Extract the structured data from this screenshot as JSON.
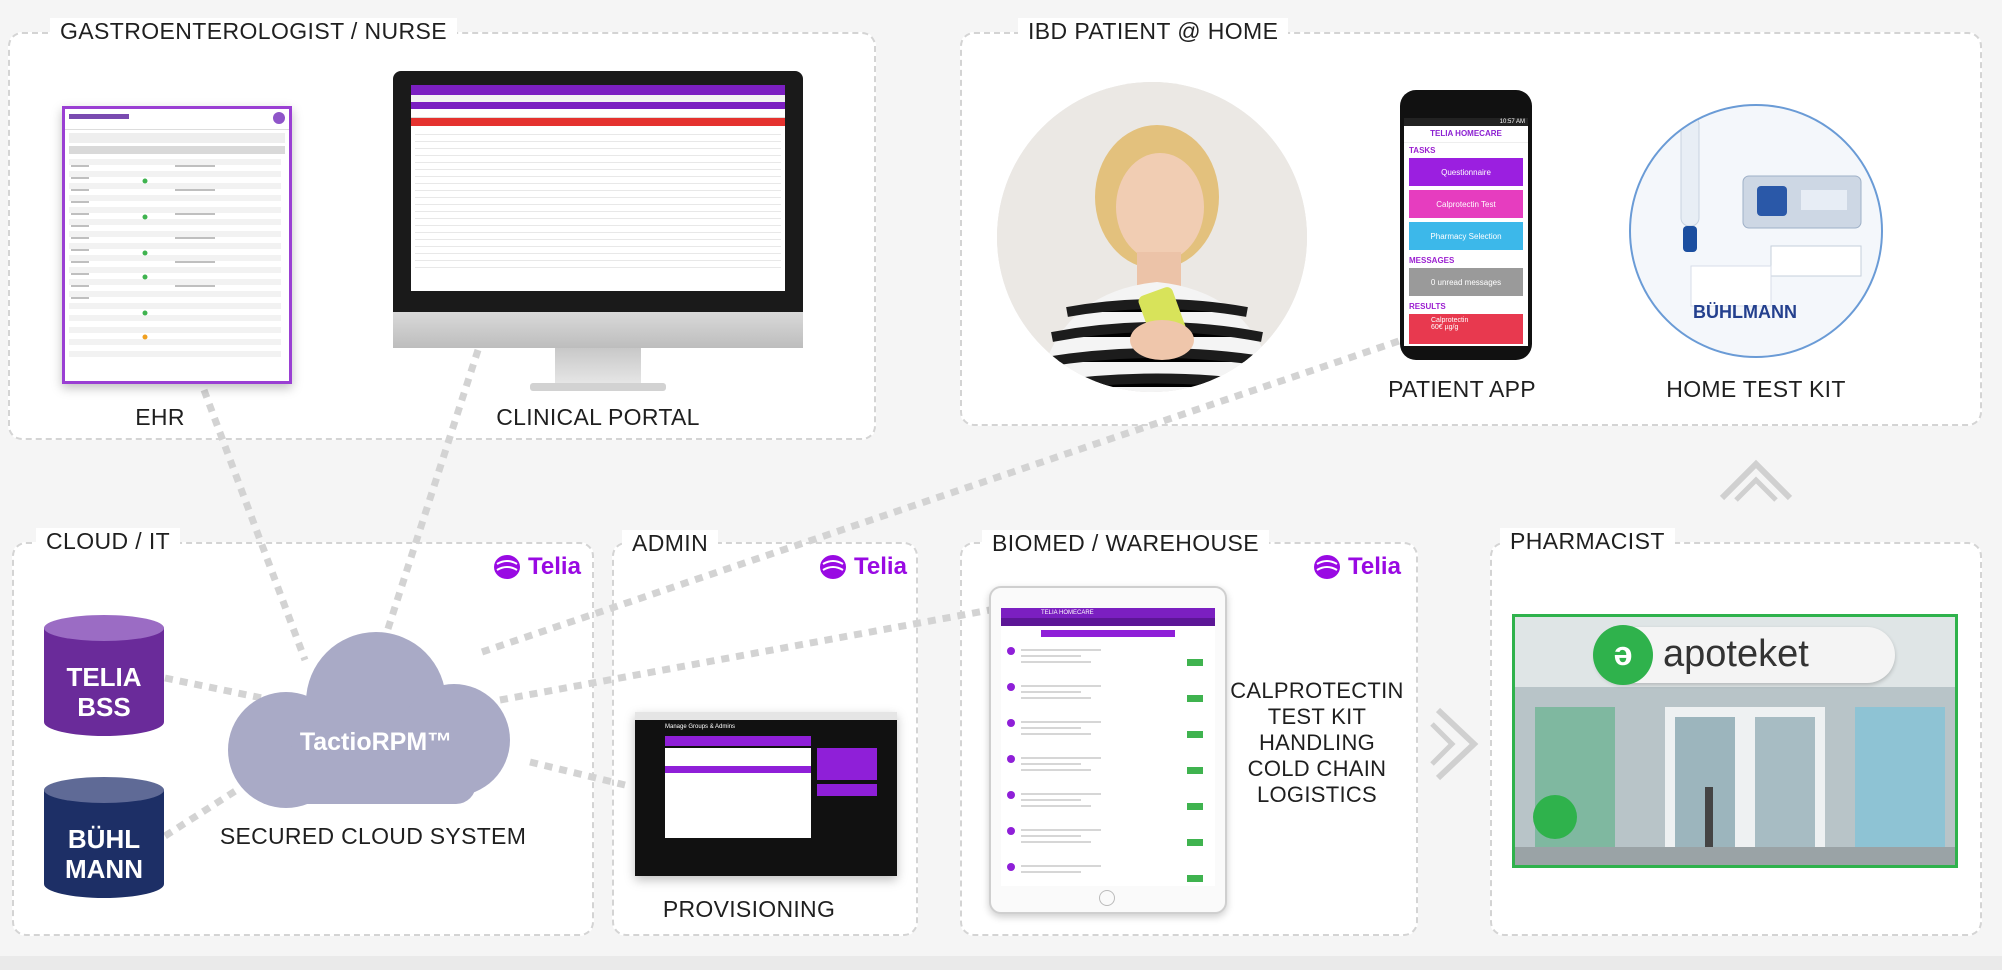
{
  "panels": {
    "gastro": {
      "title": "GASTROENTEROLOGIST / NURSE"
    },
    "patient": {
      "title": "IBD PATIENT @ HOME"
    },
    "cloud": {
      "title": "CLOUD / IT"
    },
    "admin": {
      "title": "ADMIN"
    },
    "biomed": {
      "title": "BIOMED / WAREHOUSE"
    },
    "pharmacist": {
      "title": "PHARMACIST"
    }
  },
  "captions": {
    "ehr": "EHR",
    "clinical_portal": "CLINICAL PORTAL",
    "patient_app": "PATIENT APP",
    "home_test_kit": "HOME TEST KIT",
    "secured_cloud": "SECURED CLOUD SYSTEM",
    "provisioning": "PROVISIONING",
    "logistics": [
      "CALPROTECTIN",
      "TEST KIT",
      "HANDLING",
      "COLD CHAIN",
      "LOGISTICS"
    ]
  },
  "brand": {
    "telia": "Telia",
    "apoteket": "apoteket",
    "buhlmann": "BÜHLMANN"
  },
  "cloud_label": "TactioRPM™",
  "databases": {
    "telia_bss": [
      "TELIA",
      "BSS"
    ],
    "buhlmann": [
      "BÜHL",
      "MANN"
    ]
  },
  "phone": {
    "header": "TELIA HOMECARE",
    "tasks_label": "TASKS",
    "tasks": [
      "Questionnaire",
      "Calprotectin Test",
      "Pharmacy Selection"
    ],
    "messages_label": "MESSAGES",
    "messages": "0 unread messages",
    "results_label": "RESULTS",
    "result_name": "Calprotectin",
    "result_value": "60€ µg/g",
    "status_time": "10:57 AM"
  },
  "admin_screen": {
    "title": "Manage Groups & Admins"
  },
  "tablet": {
    "header": "TELIA HOMECARE"
  },
  "colors": {
    "purple": "#990ae3",
    "db_purple": "#6a2b9a",
    "db_navy": "#1d2f66",
    "cloud": "#a9aac6",
    "apoteket_green": "#2fb24c"
  }
}
